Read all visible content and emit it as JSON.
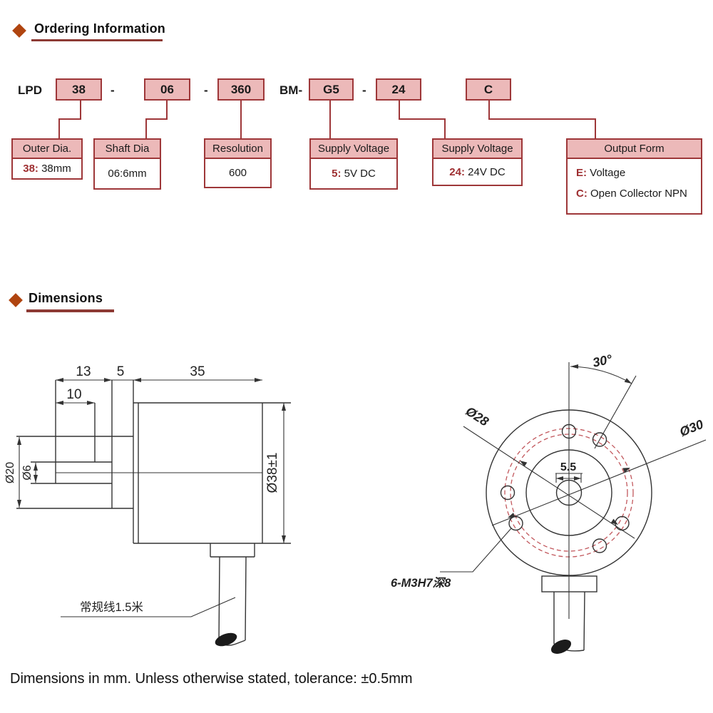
{
  "colors": {
    "accent_red": "#9e3739",
    "box_fill": "#ecb9b9",
    "bullet_orange": "#b04510",
    "red_text": "#9e2f31",
    "dashed_circle_pink": "#c2585d",
    "drawing_line": "#333333"
  },
  "ordering": {
    "title": "Ordering Information",
    "code_row": {
      "prefix": "LPD",
      "sep1": "-",
      "sep2": "-",
      "infix": "BM-",
      "sep3": "-",
      "boxes": [
        "38",
        "06",
        "360",
        "G5",
        "24",
        "C"
      ]
    },
    "fields": [
      {
        "label": "Outer Dia.",
        "code": "38:",
        "rest": " 38mm"
      },
      {
        "label": "Shaft Dia",
        "code": "",
        "rest": "06:6mm"
      },
      {
        "label": "Resolution",
        "code": "",
        "rest": "600"
      },
      {
        "label": "Supply Voltage",
        "code": "5:",
        "rest": " 5V DC"
      },
      {
        "label": "Supply Voltage",
        "code": "24:",
        "rest": " 24V DC"
      },
      {
        "label": "Output Form",
        "options": [
          {
            "code": "E:",
            "rest": " Voltage"
          },
          {
            "code": "C:",
            "rest": " Open Collector NPN"
          }
        ]
      }
    ]
  },
  "dimensions": {
    "title": "Dimensions",
    "side_view": {
      "shaft_len": "13",
      "flange_len": "5",
      "body_len": "35",
      "shaft_usable": "10",
      "boss_dia": "Ø20",
      "shaft_dia": "Ø6",
      "body_dia": "Ø38±1",
      "cable_note": "常规线1.5米"
    },
    "front_view": {
      "hole_angle": "30°",
      "bolt_circle_inner": "Ø28",
      "bolt_circle_outer": "Ø30",
      "bore_width": "5.5",
      "thread_note": "6-M3H7深8"
    }
  },
  "footer": {
    "note": "Dimensions in mm. Unless otherwise stated, tolerance: ±0.5mm"
  }
}
